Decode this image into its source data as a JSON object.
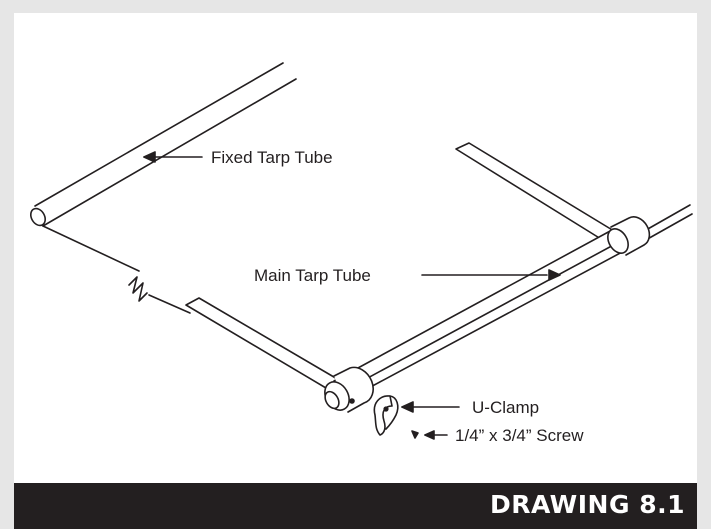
{
  "labels": {
    "fixed_tarp_tube": "Fixed Tarp Tube",
    "main_tarp_tube": "Main Tarp Tube",
    "u_clamp": "U-Clamp",
    "screw": "1/4” x 3/4” Screw"
  },
  "footer": {
    "title": "DRAWING 8.1"
  },
  "colors": {
    "ink": "#231f20",
    "frame": "#e6e6e6",
    "footer_bg": "#231f20",
    "footer_text": "#ffffff"
  },
  "icons": [
    "break-symbol-icon",
    "arrow-left-icon",
    "u-clamp-icon",
    "screw-icon"
  ]
}
